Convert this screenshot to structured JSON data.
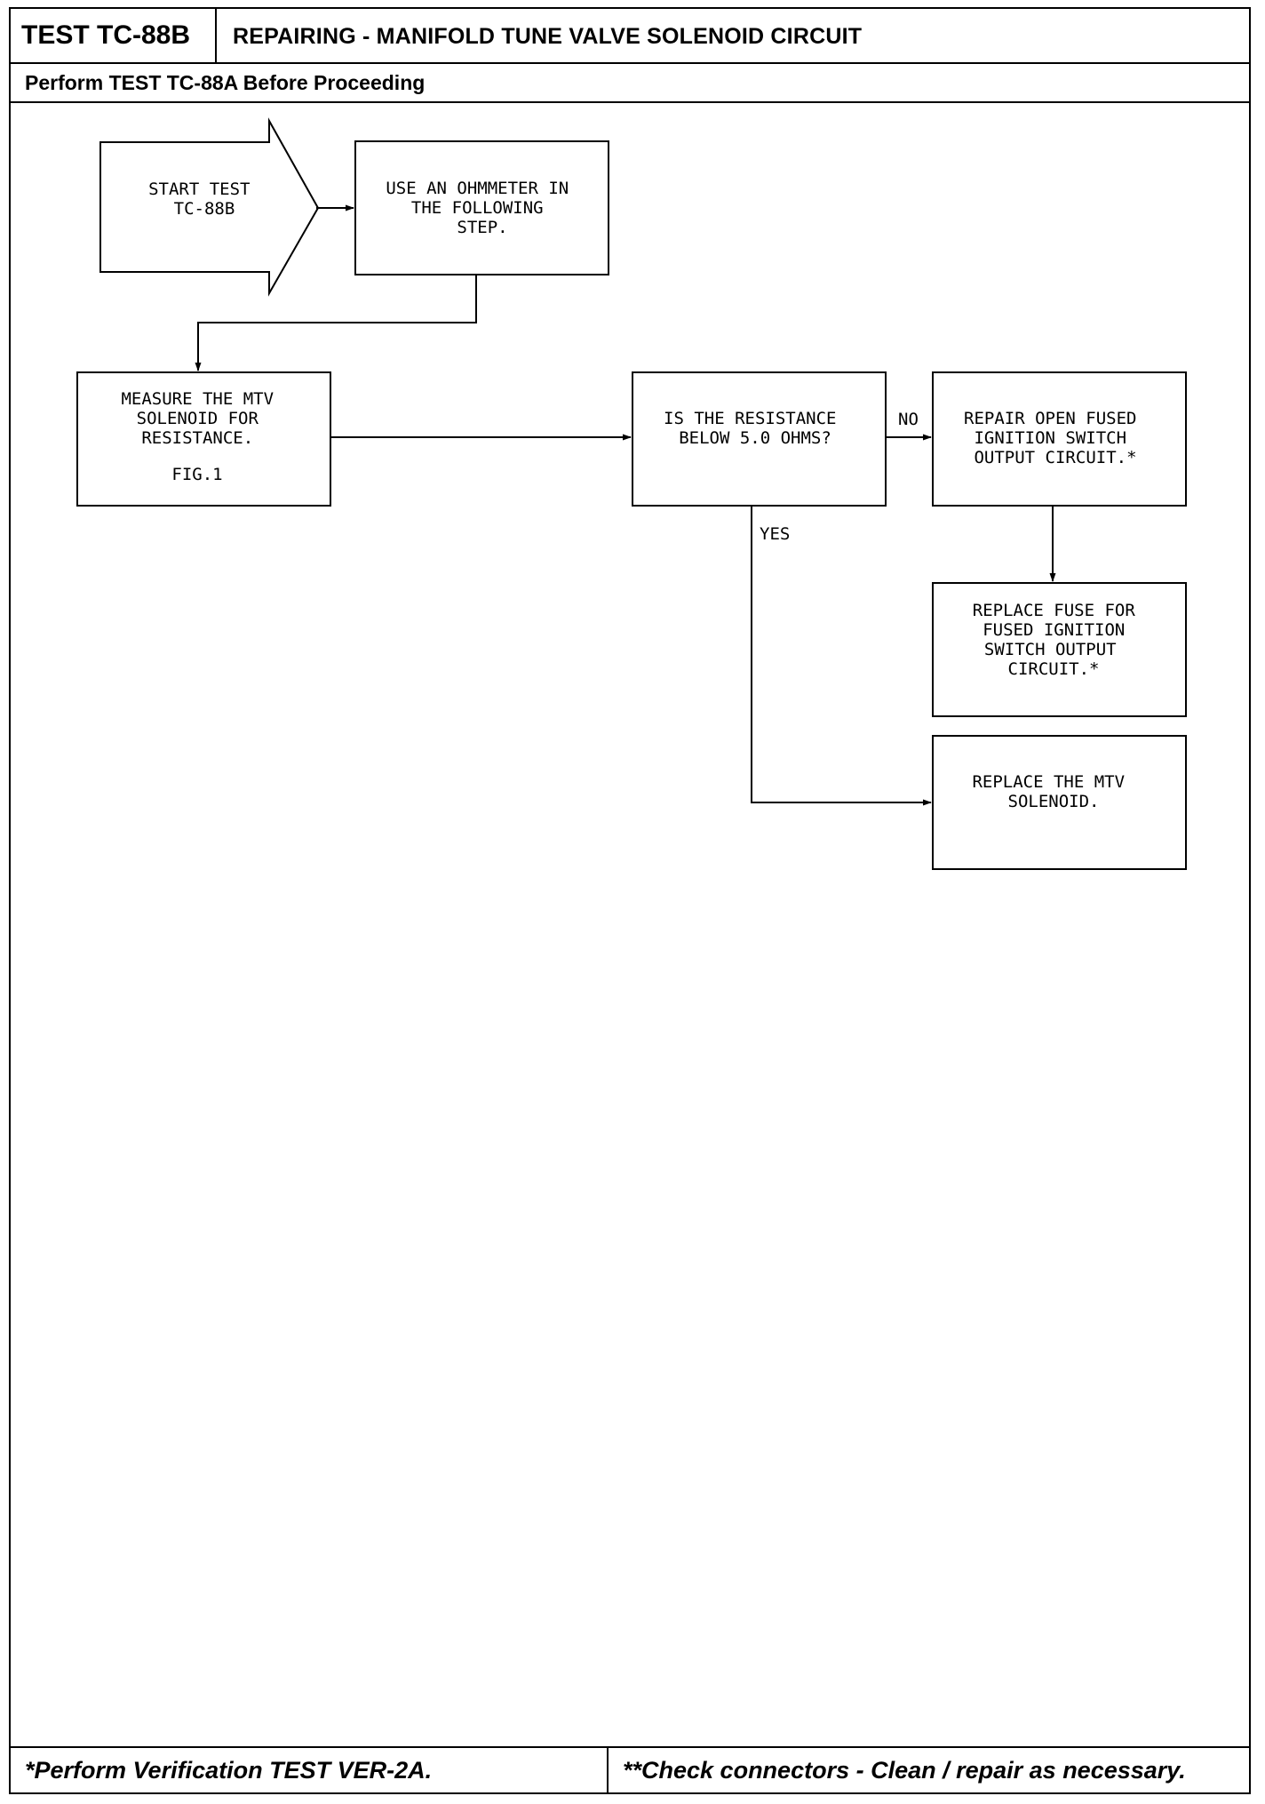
{
  "header": {
    "test_id": "TEST TC-88B",
    "title": "REPAIRING - MANIFOLD TUNE VALVE SOLENOID CIRCUIT"
  },
  "subheader": {
    "text": "Perform TEST TC-88A Before Proceeding"
  },
  "flowchart": {
    "start": {
      "lines": [
        "START TEST",
        "TC-88B"
      ]
    },
    "use_ohmmeter": {
      "lines": [
        "USE AN OHMMETER IN",
        "THE FOLLOWING",
        "STEP."
      ]
    },
    "measure": {
      "lines": [
        "MEASURE THE MTV",
        "SOLENOID FOR",
        "RESISTANCE."
      ],
      "figure_ref": "FIG.1"
    },
    "decision": {
      "lines": [
        "IS THE RESISTANCE",
        "BELOW 5.0 OHMS?"
      ]
    },
    "repair_open": {
      "lines": [
        "REPAIR OPEN FUSED",
        "IGNITION SWITCH",
        "OUTPUT CIRCUIT.*"
      ]
    },
    "replace_fuse": {
      "lines": [
        "REPLACE FUSE FOR",
        "FUSED IGNITION",
        "SWITCH OUTPUT",
        "CIRCUIT.*"
      ]
    },
    "replace_solenoid": {
      "lines": [
        "REPLACE THE MTV",
        "SOLENOID."
      ]
    },
    "branch_no": "NO",
    "branch_yes": "YES"
  },
  "footer": {
    "left_note": "*Perform Verification TEST VER-2A.",
    "right_note": "**Check connectors - Clean / repair as necessary."
  }
}
